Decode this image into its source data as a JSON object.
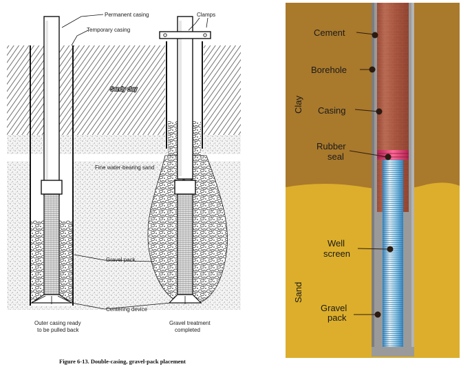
{
  "left_figure": {
    "labels": {
      "permanent_casing": "Permanent casing",
      "temporary_casing": "Temporary casing",
      "clamps": "Clamps",
      "sandy_clay": "Sandy clay",
      "fine_sand": "Fine water-bearing sand",
      "gravel_pack": "Gravel pack",
      "centering_device": "Centering device"
    },
    "captions": {
      "outer_line1": "Outer casing ready",
      "outer_line2": "to be pulled back",
      "treat_line1": "Gravel treatment",
      "treat_line2": "completed"
    },
    "figure_caption": "Figure 6-13.  Double-casing, gravel-pack placement"
  },
  "right_figure": {
    "labels": {
      "cement": "Cement",
      "borehole": "Borehole",
      "casing": "Casing",
      "rubber_seal_line1": "Rubber",
      "rubber_seal_line2": "seal",
      "well_screen_line1": "Well",
      "well_screen_line2": "screen",
      "gravel_pack_line1": "Gravel",
      "gravel_pack_line2": "pack"
    },
    "layers": {
      "clay": "Clay",
      "sand": "Sand"
    },
    "colors": {
      "clay": "#a9792c",
      "sand": "#dcae2b",
      "borehole": "#9a9a9a",
      "casing": "#a8553f",
      "rubber_seal": "#e0407a",
      "screen": "#6fc3ee"
    }
  }
}
